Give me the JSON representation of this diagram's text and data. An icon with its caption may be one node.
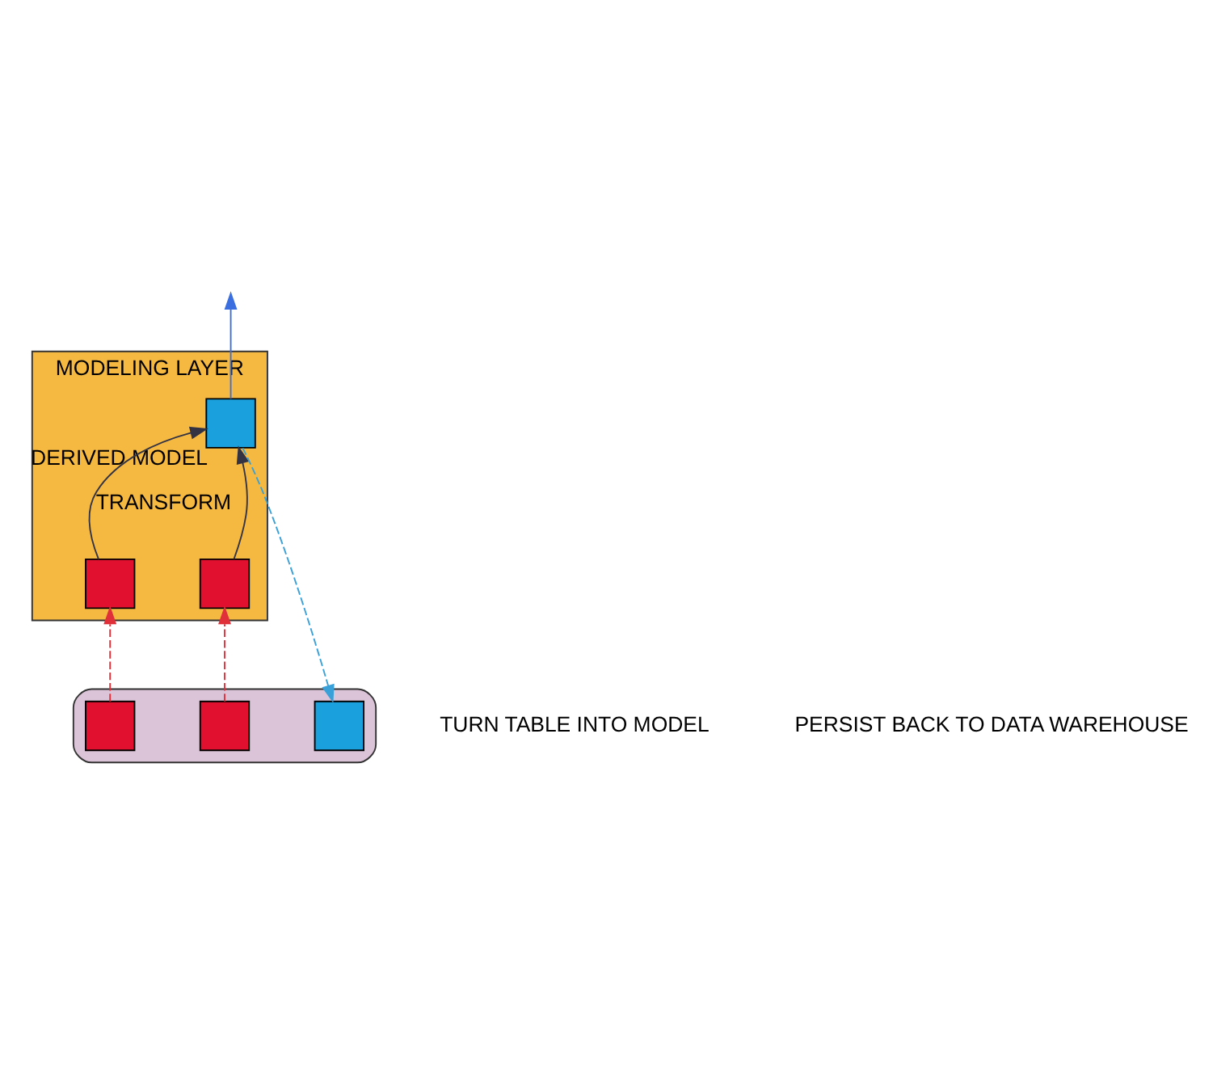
{
  "diagram": {
    "nodes": [
      {
        "text": [
          "MODELING LAYER"
        ]
      },
      {
        "text": [],
        "shape": "box",
        "in": 0
      },
      {
        "text": [],
        "shape": "box",
        "in": 0
      },
      {
        "text": [],
        "shape": "box",
        "in": 0,
        "beside": [
          "DERIVED MODEL"
        ]
      },
      {
        "text": [],
        "shape": "cylinder"
      },
      {
        "text": [],
        "shape": "box",
        "in": 4
      },
      {
        "text": [],
        "shape": "box",
        "in": 4
      },
      {
        "text": [],
        "shape": "box",
        "in": 4
      }
    ],
    "edges": [
      {
        "from": 1,
        "to": 3,
        "arrow": "to",
        "label": "TRANSFORM"
      },
      {
        "from": 2,
        "to": 3,
        "arrow": "to"
      },
      {
        "from": 5,
        "to": 1,
        "arrow": "to",
        "style": "dashed",
        "color": "#e0303a"
      },
      {
        "from": 6,
        "to": 2,
        "arrow": "to",
        "style": "dashed",
        "color": "#e0303a"
      },
      {
        "from": 3,
        "to": 7,
        "arrow": "to",
        "style": "dashed",
        "color": "#3aa0d8"
      },
      {
        "from": 3,
        "to": null,
        "arrow": "to",
        "color": "#3b6fe0"
      }
    ],
    "labels": [
      "TURN TABLE INTO MODEL",
      "PERSIST BACK TO DATA WAREHOUSE"
    ]
  }
}
